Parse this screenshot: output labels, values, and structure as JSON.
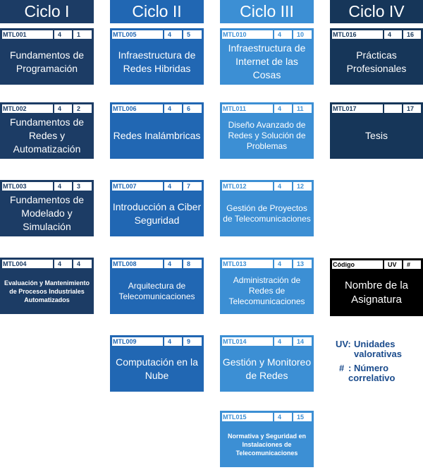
{
  "cycles": [
    {
      "name": "Ciclo I",
      "color": "#1c3c65"
    },
    {
      "name": "Ciclo II",
      "color": "#2167b3"
    },
    {
      "name": "Ciclo III",
      "color": "#3c8fd4"
    },
    {
      "name": "Ciclo IV",
      "color": "#163659"
    }
  ],
  "courses": [
    {
      "code": "MTL001",
      "uv": "4",
      "num": "1",
      "title": "Fundamentos de Programación"
    },
    {
      "code": "MTL002",
      "uv": "4",
      "num": "2",
      "title": "Fundamentos de Redes y Automatización"
    },
    {
      "code": "MTL003",
      "uv": "4",
      "num": "3",
      "title": "Fundamentos de Modelado y Simulación"
    },
    {
      "code": "MTL004",
      "uv": "4",
      "num": "4",
      "title": "Evaluación y Mantenimiento de Procesos Industriales Automatizados"
    },
    {
      "code": "MTL005",
      "uv": "4",
      "num": "5",
      "title": "Infraestructura de Redes Hibridas"
    },
    {
      "code": "MTL006",
      "uv": "4",
      "num": "6",
      "title": "Redes Inalámbricas"
    },
    {
      "code": "MTL007",
      "uv": "4",
      "num": "7",
      "title": "Introducción a Ciber Seguridad"
    },
    {
      "code": "MTL008",
      "uv": "4",
      "num": "8",
      "title": "Arquitectura de Telecomunicaciones"
    },
    {
      "code": "MTL009",
      "uv": "4",
      "num": "9",
      "title": "Computación en la Nube"
    },
    {
      "code": "MTL010",
      "uv": "4",
      "num": "10",
      "title": "Infraestructura de Internet de las Cosas"
    },
    {
      "code": "MTL011",
      "uv": "4",
      "num": "11",
      "title": "Diseño Avanzado de Redes y Solución de Problemas"
    },
    {
      "code": "MTL012",
      "uv": "4",
      "num": "12",
      "title": "Gestión de Proyectos de Telecomunicaciones"
    },
    {
      "code": "MTL013",
      "uv": "4",
      "num": "13",
      "title": "Administración de Redes de Telecomunicaciones"
    },
    {
      "code": "MTL014",
      "uv": "4",
      "num": "14",
      "title": "Gestión y Monitoreo de Redes"
    },
    {
      "code": "MTL015",
      "uv": "4",
      "num": "15",
      "title": "Normativa y Seguridad en Instalaciones de Telecomunicaciones"
    },
    {
      "code": "MTL016",
      "uv": "4",
      "num": "16",
      "title": "Prácticas Profesionales"
    },
    {
      "code": "MTL017",
      "uv": "",
      "num": "17",
      "title": "Tesis"
    }
  ],
  "legend": {
    "code_label": "Código",
    "uv_label": "UV",
    "num_label": "#",
    "title": "Nombre de la Asignatura",
    "uv_key": "UV:",
    "uv_desc": "Unidades valorativas",
    "num_key": "#",
    "num_desc": ": Número correlativo"
  }
}
